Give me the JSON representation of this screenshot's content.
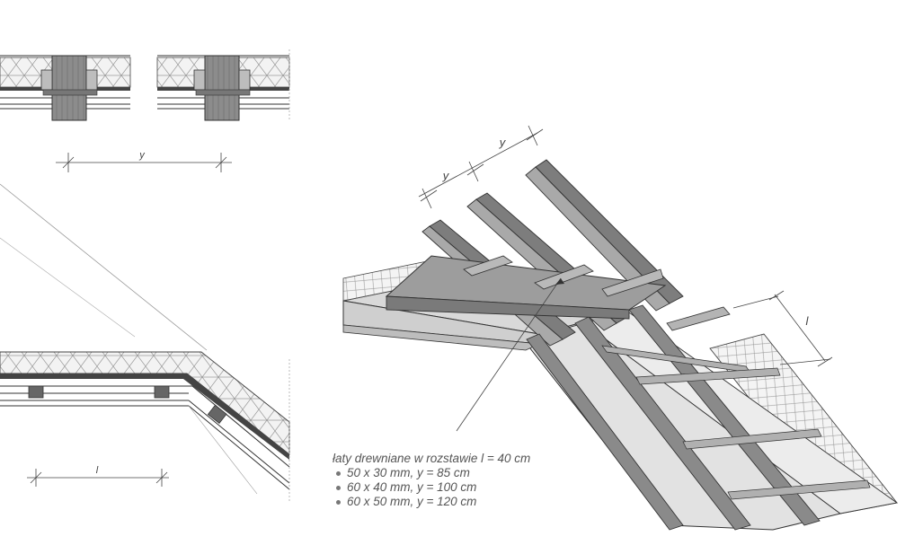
{
  "dimensions": {
    "detail_spacing": "y",
    "section_spacing": "l",
    "iso_spacing_1": "y",
    "iso_spacing_2": "y",
    "iso_batten_spacing": "l"
  },
  "caption": {
    "title": "łaty drewniane w rozstawie l = 40 cm",
    "options": [
      "50 x 30 mm, y = 85 cm",
      "60 x 40 mm, y = 100 cm",
      "60 x 50 mm, y = 120 cm"
    ]
  },
  "colors": {
    "timber": "#8a8a8a",
    "timber_dark": "#6a6a6a",
    "board": "#e4e4e4",
    "insulation": "#f2f2f2",
    "line": "#333333"
  }
}
